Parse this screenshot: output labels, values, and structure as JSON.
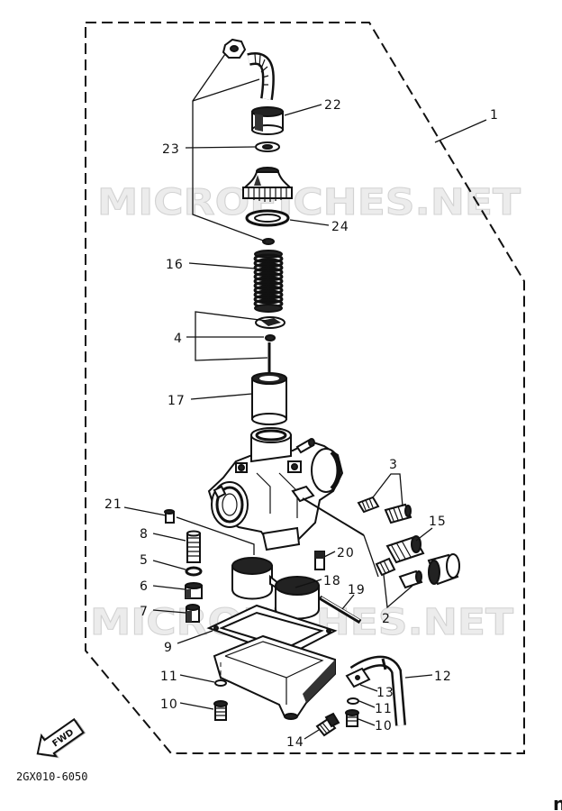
{
  "watermark": "MICROFICHES.NET",
  "callouts": {
    "p1": "1",
    "p22": "22",
    "p23": "23",
    "p24": "24",
    "p16": "16",
    "p4": "4",
    "p17": "17",
    "p3": "3",
    "p15": "15",
    "p21": "21",
    "p8": "8",
    "p5": "5",
    "p6": "6",
    "p7": "7",
    "p20": "20",
    "p18": "18",
    "p19": "19",
    "p2": "2",
    "p9": "9",
    "p11_left": "11",
    "p12": "12",
    "p13": "13",
    "p10_left": "10",
    "p11_right": "11",
    "p10_right": "10",
    "p14": "14"
  },
  "fwd_label": "FWD",
  "part_code": "2GX010-6050",
  "edge_fragment": "n"
}
